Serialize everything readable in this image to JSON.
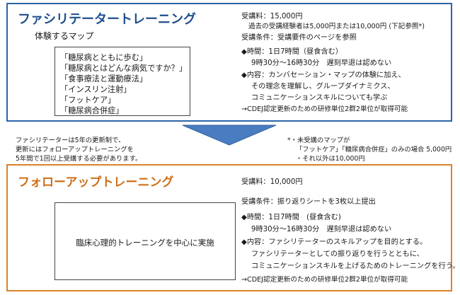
{
  "top": {
    "title": "ファシリテータートレーニング",
    "subtitle": "体験するマップ",
    "maps": [
      "「糖尿病とともに歩む」",
      "「糖尿病とはどんな病気ですか？」",
      "「食事療法と運動療法」",
      "「インスリン注射」",
      "「フットケア」",
      "「糖尿病合併症」"
    ],
    "fee": "受講料：15,000円",
    "fee_note": "過去の受講経験者は5,000円または10,000円 (下記参照*)",
    "conditions": "受講条件：受講要件のページを参照",
    "time_head": "◆時間：1日7時間（昼食含む）",
    "time_detail": "9時30分～16時30分　遅刻早退は認めない",
    "content_head": "◆内容：カンバセーション・マップの体験に加え、",
    "content_line2": "その理念を理解し、グループダイナミクス、",
    "content_line3": "コミュニケーションスキルについても学ぶ",
    "credit": "→CDEJ認定更新のための研修単位2群2単位が取得可能"
  },
  "middle": {
    "left_note": [
      "ファシリテーターは5年の更新制で、",
      "更新にはフォローアップトレーニングを",
      "5年間で1回以上受講する必要があります。"
    ],
    "right_note": [
      "*・未受講のマップが",
      "「フットケア」「糖尿病合併症」のみの場合 5,000円",
      "・それ以外は10,000円"
    ]
  },
  "bottom": {
    "title": "フォローアップトレーニング",
    "focus": "臨床心理的トレーニングを中心に実施",
    "fee": "受講料：10,000円",
    "conditions": "受講条件：振り返りシートを3枚以上提出",
    "time_head": "◆時間：1日7時間　(昼食含む)",
    "time_detail": "9時30分～16時30分　遅刻早退は認めない",
    "content_head": "◆内容：ファシリテーターのスキルアップを目的とする。",
    "content_line2": "ファシリテーターとしての振り返りを行うとともに、",
    "content_line3": "コミュニケーションスキルを上げるためのトレーニングを行う。",
    "credit": "→CDEJ認定更新のための研修単位2群2単位が取得可能"
  },
  "colors": {
    "top_border": "#2a64a8",
    "top_title": "#1f4e8c",
    "bottom_border": "#d9822b",
    "bottom_title": "#d06f1a",
    "arrow_fill": "#4a7cc2"
  }
}
